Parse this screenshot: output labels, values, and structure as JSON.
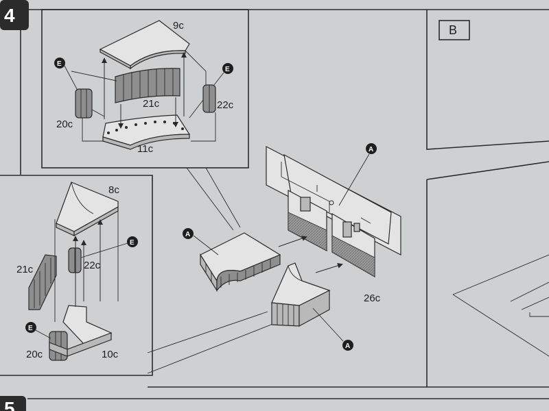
{
  "step": {
    "number": "4",
    "next_number": "5"
  },
  "panel_top": {
    "labels": {
      "top_plate": "9c",
      "bottom_plate": "11c",
      "curved_wall": "21c",
      "left_pillar": "20c",
      "right_pillar": "22c"
    },
    "callouts": [
      "E",
      "E"
    ]
  },
  "panel_left": {
    "labels": {
      "top_plate": "8c",
      "bottom_plate": "10c",
      "curved_wall": "21c",
      "pillar_a": "22c",
      "pillar_b": "20c"
    },
    "callouts": [
      "E",
      "E"
    ]
  },
  "main_assembly": {
    "labels": {
      "back_wall": "26c"
    },
    "callouts": [
      "A",
      "A",
      "A"
    ]
  },
  "panel_right": {
    "label": "B"
  },
  "colors": {
    "paper": "#cfd0d1",
    "ink": "#2a2a2a",
    "callout_fill": "#1e1e1e",
    "step_tab": "#2b2b2b"
  }
}
